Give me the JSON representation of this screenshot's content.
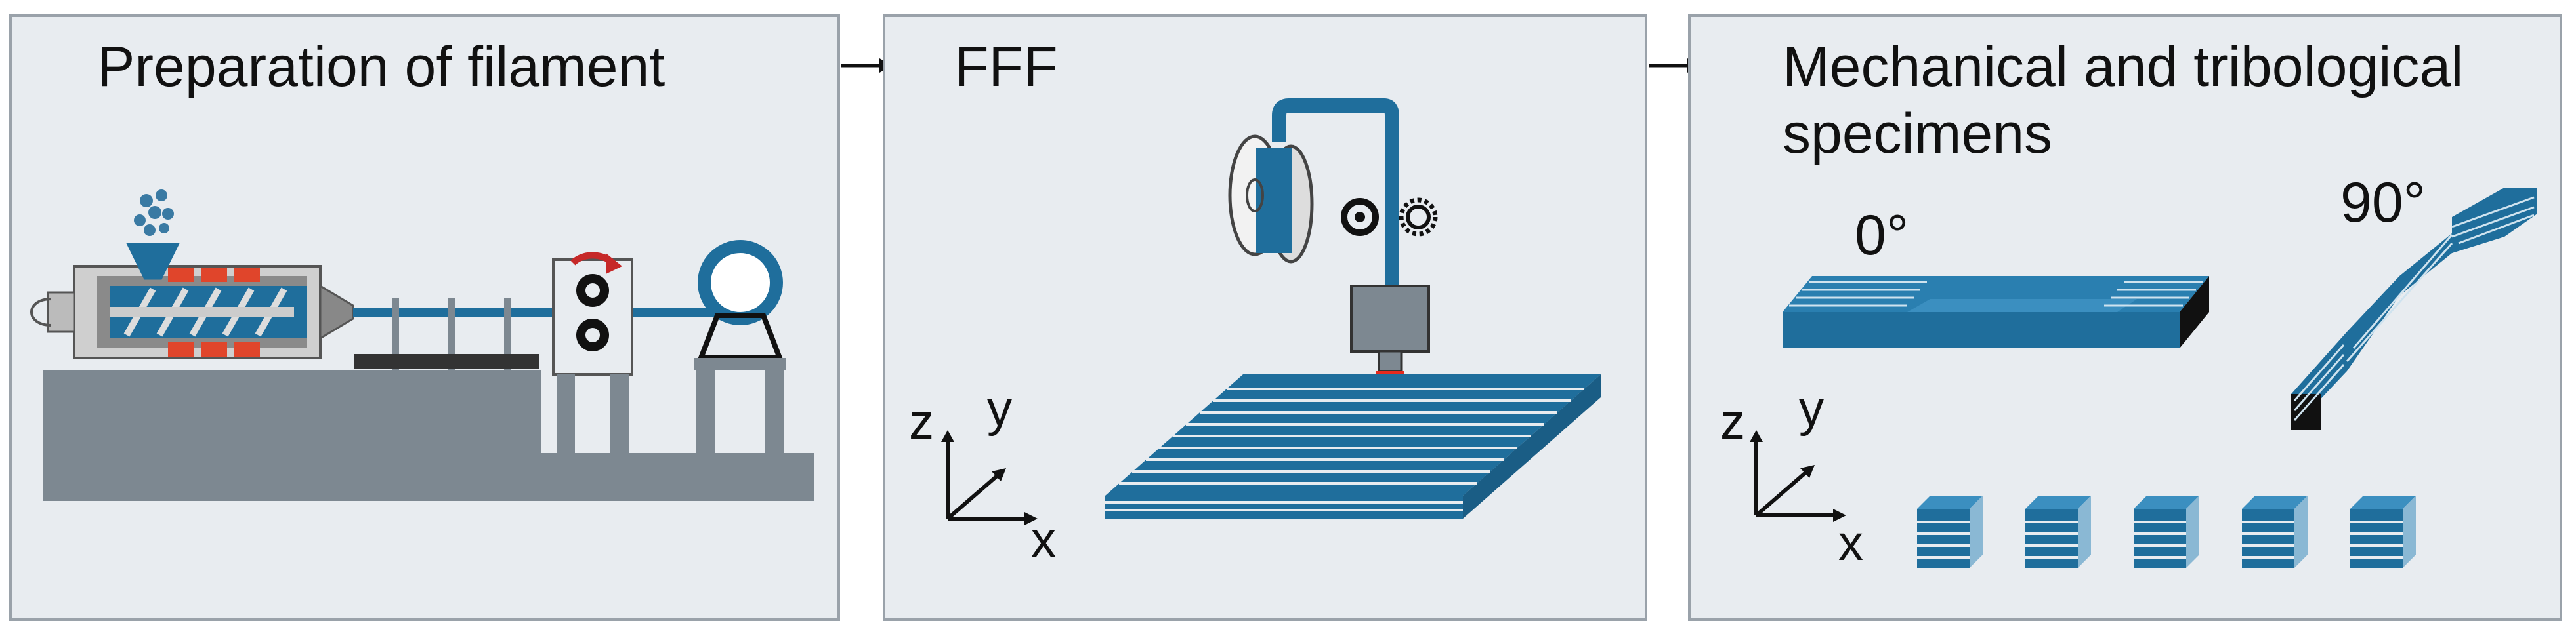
{
  "panels": {
    "filament": {
      "title": "Preparation of filament"
    },
    "fff": {
      "title": "FFF"
    },
    "specimens": {
      "title_line1": "Mechanical and tribological",
      "title_line2": "specimens"
    }
  },
  "axes": {
    "z": "z",
    "y": "y",
    "x": "x"
  },
  "orientations": {
    "zero": "0°",
    "ninety": "90°"
  },
  "colors": {
    "panel_bg": "#e8ecf0",
    "panel_border": "#9aa2aa",
    "filament_blue": "#1f6e9c",
    "machine_grey": "#7d8891",
    "heater_red": "#e0452b",
    "nozzle_red": "#e52a1e"
  }
}
